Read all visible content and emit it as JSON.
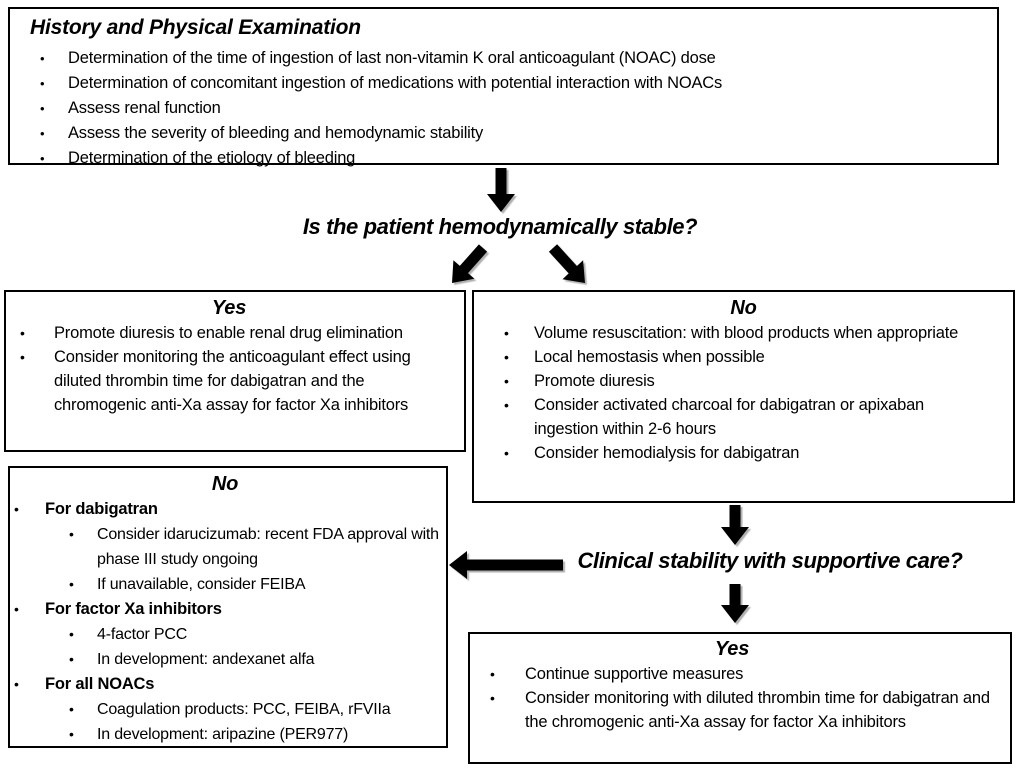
{
  "colors": {
    "background": "#ffffff",
    "line": "#000000",
    "text": "#000000"
  },
  "top_box": {
    "title": "History and Physical Examination",
    "bullets": [
      "Determination of the time of ingestion of last non-vitamin K oral anticoagulant (NOAC) dose",
      "Determination of concomitant ingestion of medications with potential interaction with NOACs",
      "Assess renal function",
      "Assess the severity of bleeding and hemodynamic stability",
      "Determination of the etiology of bleeding"
    ]
  },
  "question1": "Is the patient hemodynamically stable?",
  "yes_box": {
    "title": "Yes",
    "bullets": [
      "Promote diuresis to enable renal drug elimination",
      "Consider monitoring the anticoagulant effect using diluted thrombin time for dabigatran and the chromogenic anti-Xa assay for factor Xa inhibitors"
    ]
  },
  "no_box": {
    "title": "No",
    "bullets": [
      "Volume resuscitation: with blood products when appropriate",
      "Local hemostasis when possible",
      "Promote diuresis",
      "Consider activated charcoal for dabigatran or apixaban ingestion within 2-6 hours",
      "Consider hemodialysis for dabigatran"
    ]
  },
  "question2": "Clinical stability with supportive care?",
  "reversal_box": {
    "title": "No",
    "groups": [
      {
        "label": "For dabigatran",
        "items": [
          "Consider idarucizumab: recent FDA approval with phase III study ongoing",
          "If unavailable, consider FEIBA"
        ]
      },
      {
        "label": "For factor Xa inhibitors",
        "items": [
          "4-factor PCC",
          "In development: andexanet alfa"
        ]
      },
      {
        "label": "For all NOACs",
        "items": [
          "Coagulation products: PCC, FEIBA, rFVIIa",
          "In development: aripazine (PER977)"
        ]
      }
    ]
  },
  "supportive_yes_box": {
    "title": "Yes",
    "bullets": [
      "Continue supportive measures",
      "Consider monitoring with diluted thrombin time for dabigatran and the chromogenic anti-Xa assay for factor Xa inhibitors"
    ]
  },
  "glyphs": {
    "bullet": "•"
  }
}
